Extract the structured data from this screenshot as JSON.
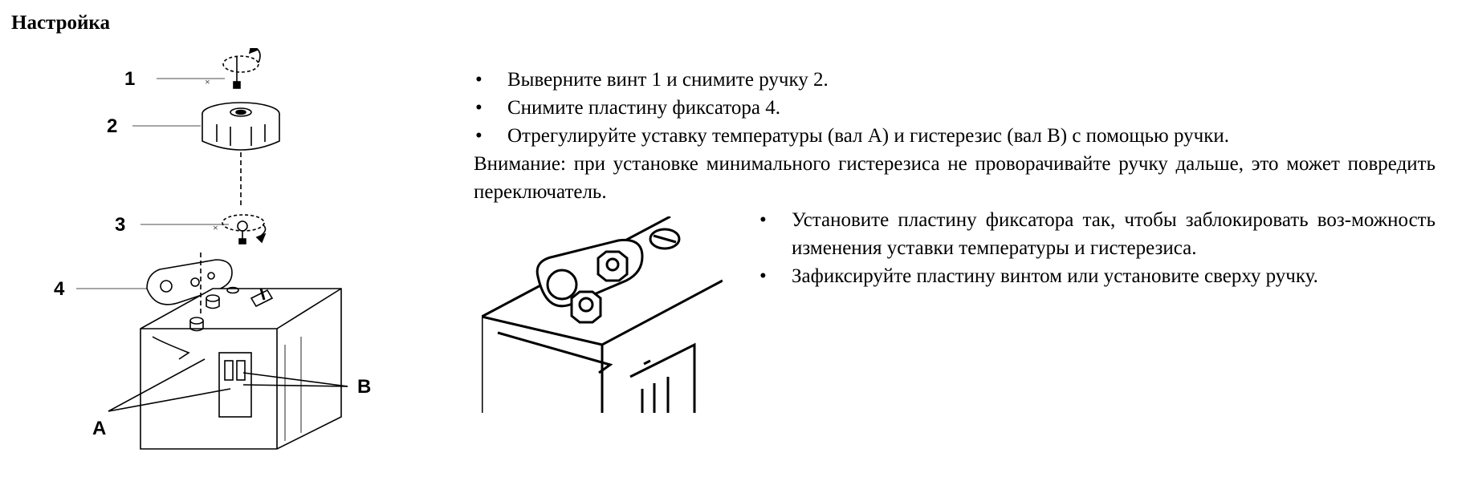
{
  "heading": "Настройка",
  "diagram_labels": {
    "l1": "1",
    "l2": "2",
    "l3": "3",
    "l4": "4",
    "lA": "A",
    "lB": "B"
  },
  "steps_top": [
    "Выверните винт 1 и снимите ручку 2.",
    "Снимите пластину фиксатора 4.",
    "Отрегулируйте уставку температуры (вал A) и гистерезис (вал B) с помощью ручки."
  ],
  "warning": "Внимание: при установке минимального гистерезиса не проворачивайте ручку дальше, это может повредить переключатель.",
  "steps_bottom": [
    "Установите пластину фиксатора так, чтобы заблокировать воз-можность изменения уставки температуры и гистерезиса.",
    "Зафиксируйте пластину винтом или установите сверху ручку."
  ],
  "bullet_glyph": "•"
}
